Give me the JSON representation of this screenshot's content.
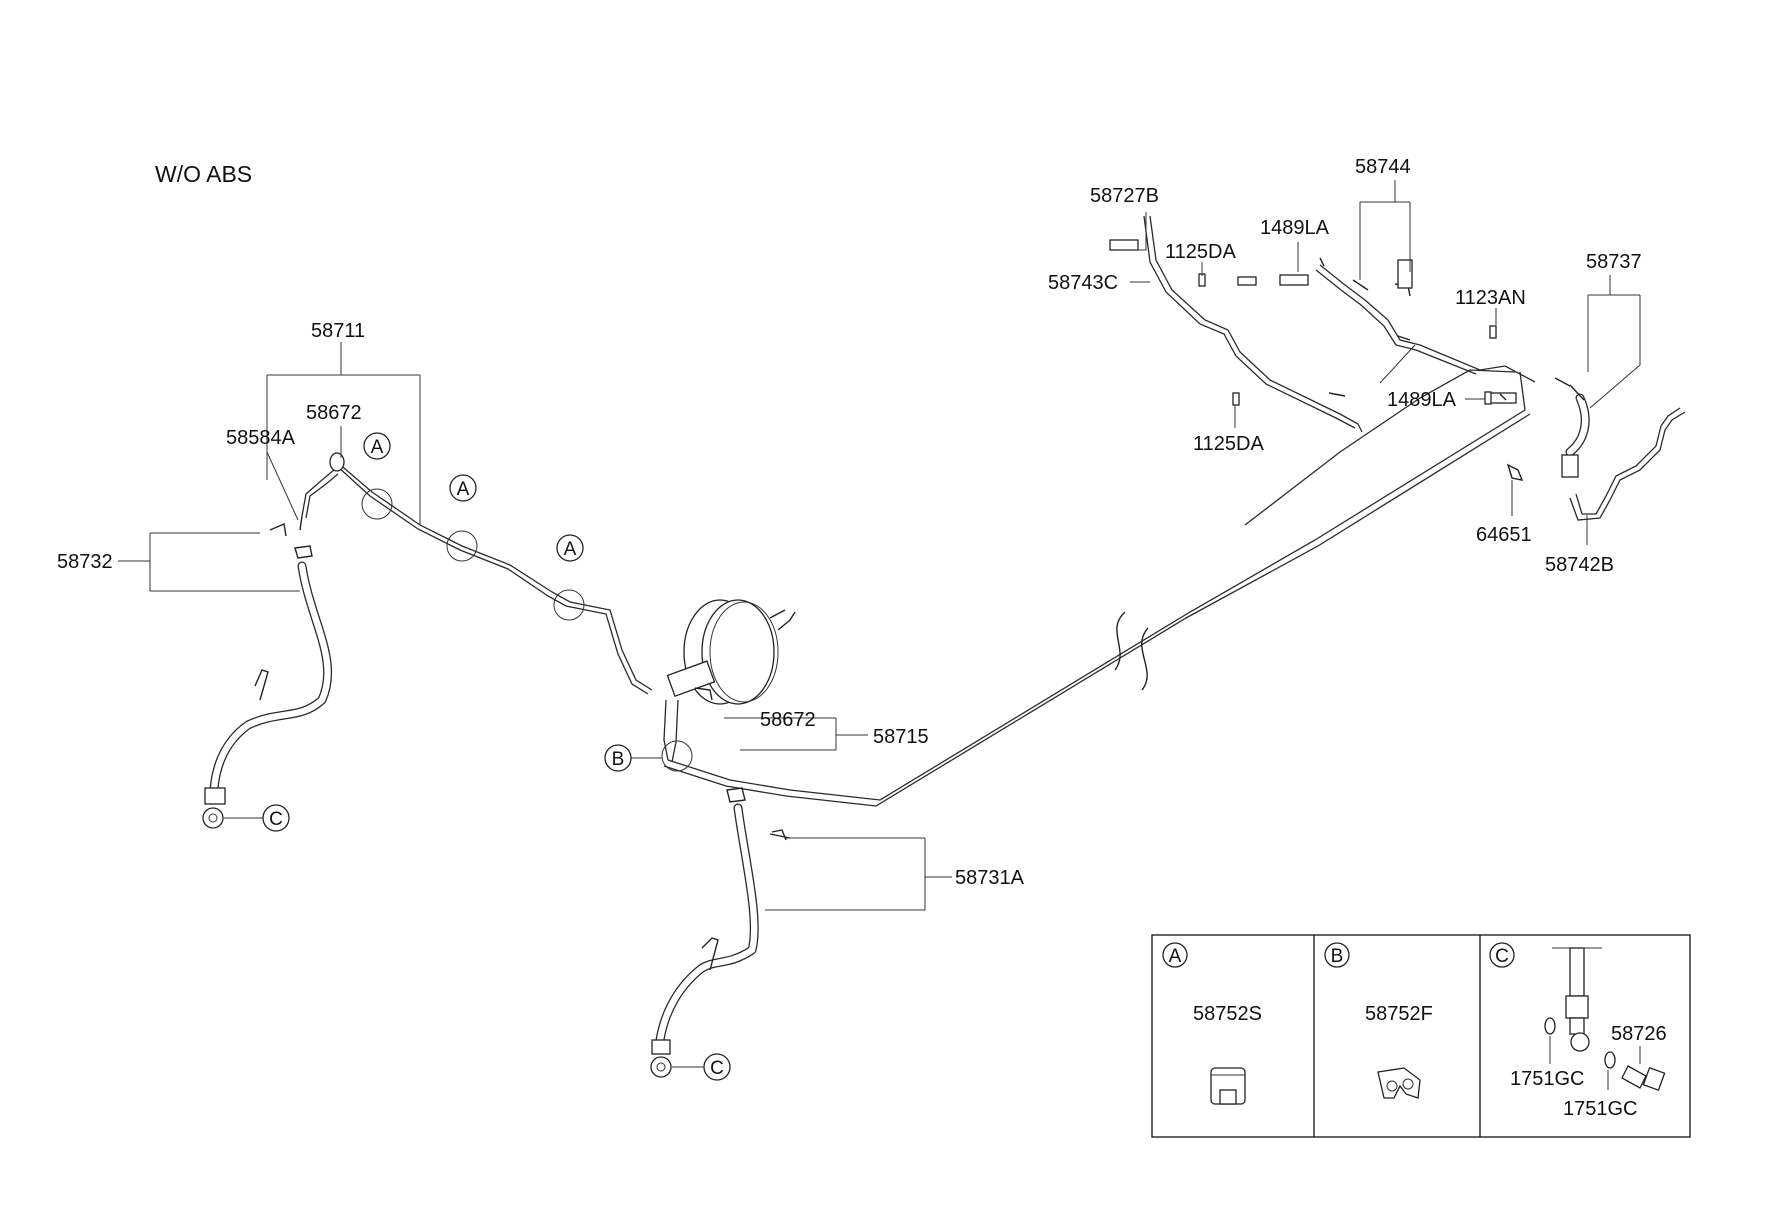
{
  "title": "W/O ABS",
  "callout_letters": {
    "a": "A",
    "b": "B",
    "c": "C"
  },
  "labels": {
    "p58711": "58711",
    "p58672_top": "58672",
    "p58584A": "58584A",
    "p58732": "58732",
    "p58672_mid": "58672",
    "p58715": "58715",
    "p58731A": "58731A",
    "p58727B": "58727B",
    "p58743C": "58743C",
    "p1125DA_top": "1125DA",
    "p1125DA_bottom": "1125DA",
    "p1489LA_top": "1489LA",
    "p1489LA_mid": "1489LA",
    "p58744": "58744",
    "p1123AN": "1123AN",
    "p58737": "58737",
    "p64651": "64651",
    "p58742B": "58742B"
  },
  "detail_panels": [
    {
      "letter": "A",
      "parts": [
        "58752S"
      ]
    },
    {
      "letter": "B",
      "parts": [
        "58752F"
      ]
    },
    {
      "letter": "C",
      "parts": [
        "58726",
        "1751GC",
        "1751GC"
      ]
    }
  ]
}
